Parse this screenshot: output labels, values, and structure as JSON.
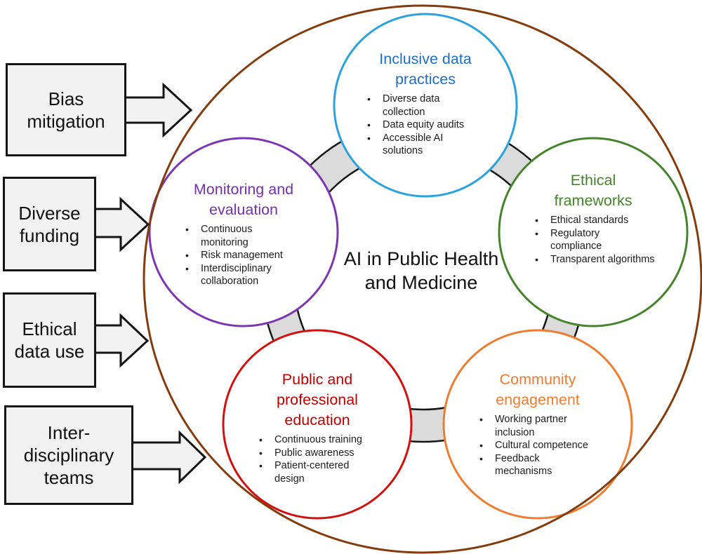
{
  "diagram": {
    "center_label": "AI in Public Health\nand Medicine",
    "outer_ellipse_color": "#843C0C",
    "ring_fill": "#DBDBDB",
    "box_fill": "#F2F2F2",
    "inputs": [
      {
        "id": "bias-mitigation",
        "label": "Bias\nmitigation"
      },
      {
        "id": "diverse-funding",
        "label": "Diverse\nfunding"
      },
      {
        "id": "ethical-data-use",
        "label": "Ethical\ndata use"
      },
      {
        "id": "interdisciplinary-teams",
        "label": "Inter-\ndisciplinary\nteams"
      }
    ],
    "nodes": [
      {
        "id": "inclusive-data-practices",
        "title": "Inclusive data\npractices",
        "title_color": "#1B6FC8",
        "circle_color": "#2AA2DC",
        "bullets": [
          "Diverse data\ncollection",
          "Data equity audits",
          "Accessible AI\nsolutions"
        ]
      },
      {
        "id": "ethical-frameworks",
        "title": "Ethical\nframeworks",
        "title_color": "#45832C",
        "circle_color": "#45832C",
        "bullets": [
          "Ethical standards",
          "Regulatory\ncompliance",
          "Transparent algorithms"
        ]
      },
      {
        "id": "monitoring-and-evaluation",
        "title": "Monitoring and\nevaluation",
        "title_color": "#7232A8",
        "circle_color": "#7B36B2",
        "bullets": [
          "Continuous\nmonitoring",
          "Risk management",
          "Interdisciplinary\ncollaboration"
        ]
      },
      {
        "id": "public-and-professional-education",
        "title": "Public and\nprofessional\neducation",
        "title_color": "#C00000",
        "circle_color": "#D21010",
        "bullets": [
          "Continuous training",
          "Public awareness",
          "Patient-centered\ndesign"
        ]
      },
      {
        "id": "community-engagement",
        "title": "Community\nengagement",
        "title_color": "#ED7D31",
        "circle_color": "#ED7D31",
        "bullets": [
          "Working partner\ninclusion",
          "Cultural competence",
          "Feedback\nmechanisms"
        ]
      }
    ]
  }
}
